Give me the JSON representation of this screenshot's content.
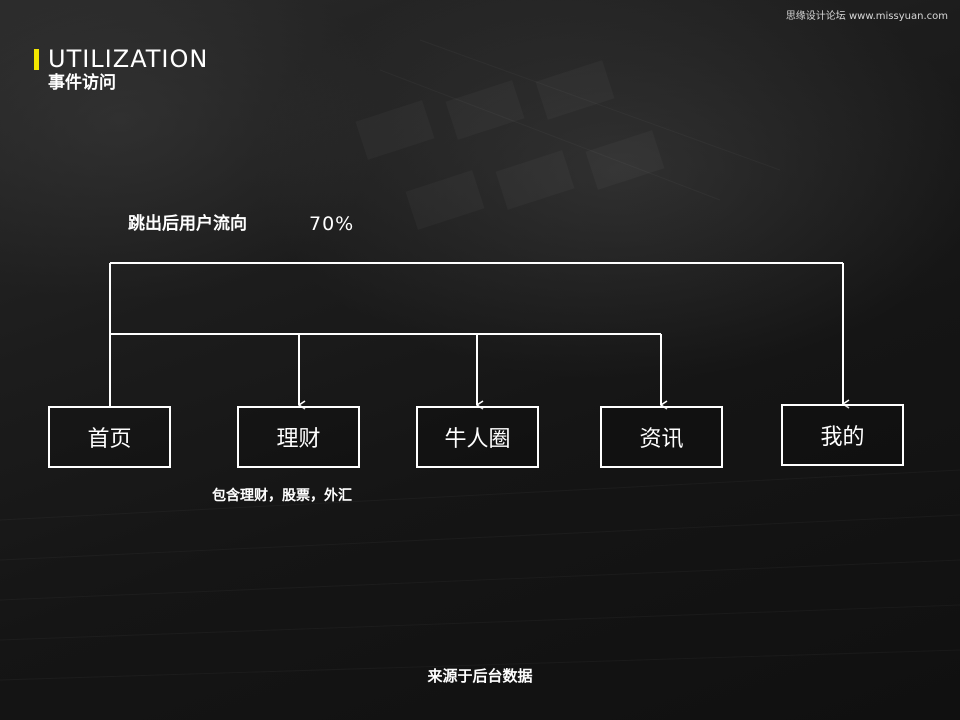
{
  "watermark": "思缘设计论坛 www.missyuan.com",
  "header": {
    "title": "UTILIZATION",
    "subtitle": "事件访问"
  },
  "flow": {
    "label": "跳出后用户流向",
    "value": "70%"
  },
  "nodes": {
    "home": "首页",
    "finance": "理财",
    "niuren": "牛人圈",
    "news": "资讯",
    "mine": "我的"
  },
  "note": "包含理财，股票，外汇",
  "footer": "来源于后台数据",
  "colors": {
    "accent": "#f2e600",
    "line": "#ffffff",
    "background": "#111111"
  }
}
